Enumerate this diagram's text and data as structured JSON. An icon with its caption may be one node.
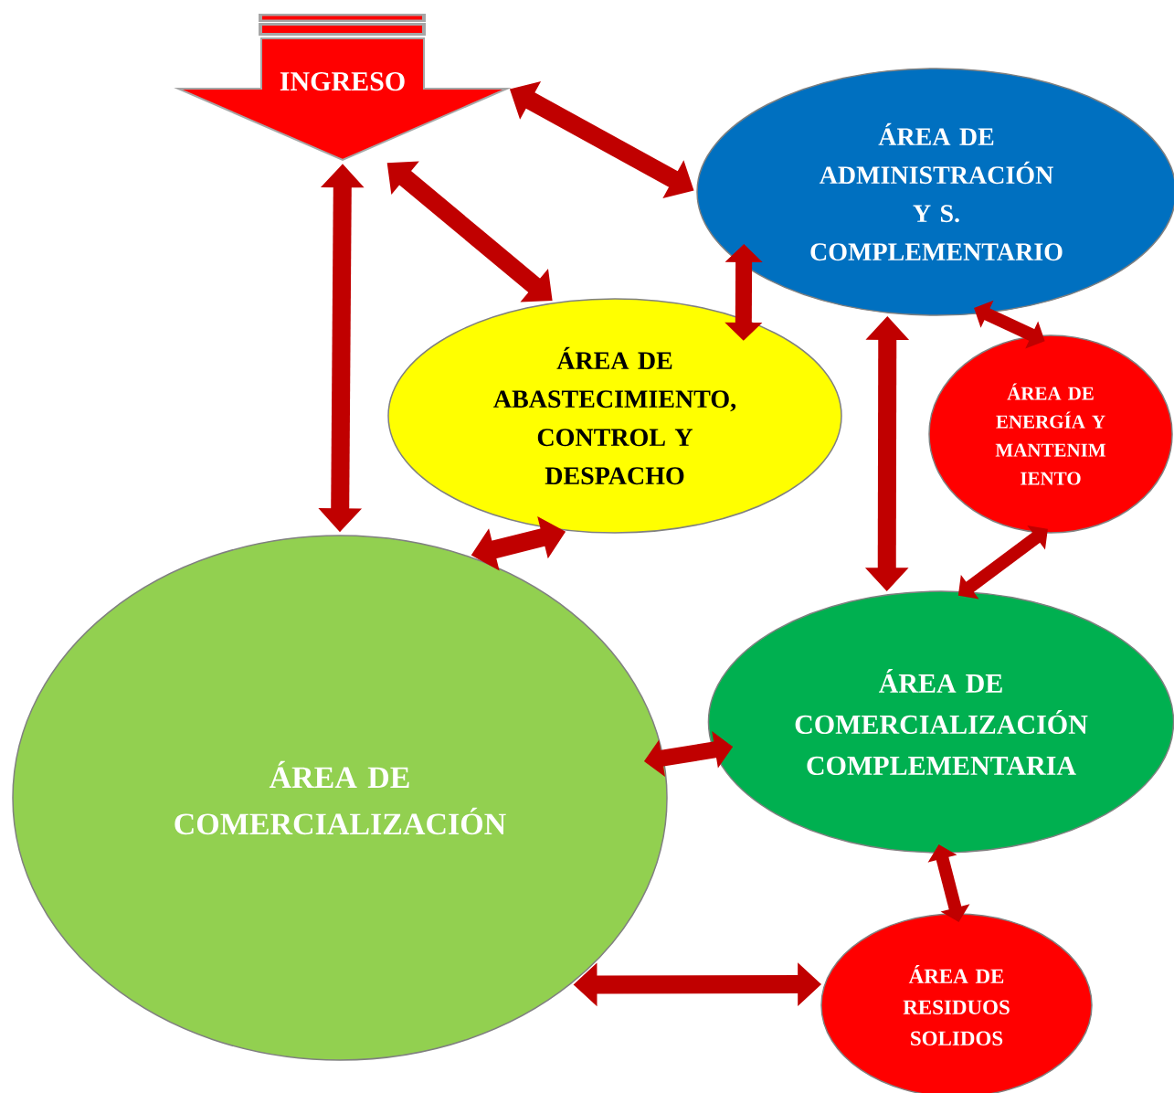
{
  "diagram": {
    "nodes": [
      {
        "text": [
          "INGRESO"
        ]
      },
      {
        "text": [
          "ÁREA DE ADMINISTRACIÓN Y S. COMPLEMENTARIO"
        ]
      },
      {
        "text": [
          "ÁREA DE ABASTECIMIENTO, CONTROL Y DESPACHO"
        ]
      },
      {
        "text": [
          "ÁREA DE ENERGÍA Y MANTENIM IENTO"
        ]
      },
      {
        "text": [
          "ÁREA DE COMERCIALIZACIÓN"
        ]
      },
      {
        "text": [
          "ÁREA DE COMERCIALIZACIÓN COMPLEMENTARIA"
        ]
      },
      {
        "text": [
          "ÁREA DE RESIDUOS SOLIDOS"
        ]
      }
    ],
    "edges": [
      {
        "from": 0,
        "to": 1,
        "arrow": "both"
      },
      {
        "from": 0,
        "to": 2,
        "arrow": "both"
      },
      {
        "from": 0,
        "to": 4,
        "arrow": "both"
      },
      {
        "from": 2,
        "to": 1,
        "arrow": "both"
      },
      {
        "from": 1,
        "to": 3,
        "arrow": "both"
      },
      {
        "from": 2,
        "to": 4,
        "arrow": "both"
      },
      {
        "from": 1,
        "to": 5,
        "arrow": "both"
      },
      {
        "from": 3,
        "to": 5,
        "arrow": "both"
      },
      {
        "from": 4,
        "to": 5,
        "arrow": "both"
      },
      {
        "from": 5,
        "to": 6,
        "arrow": "both"
      },
      {
        "from": 4,
        "to": 6,
        "arrow": "both"
      }
    ]
  }
}
